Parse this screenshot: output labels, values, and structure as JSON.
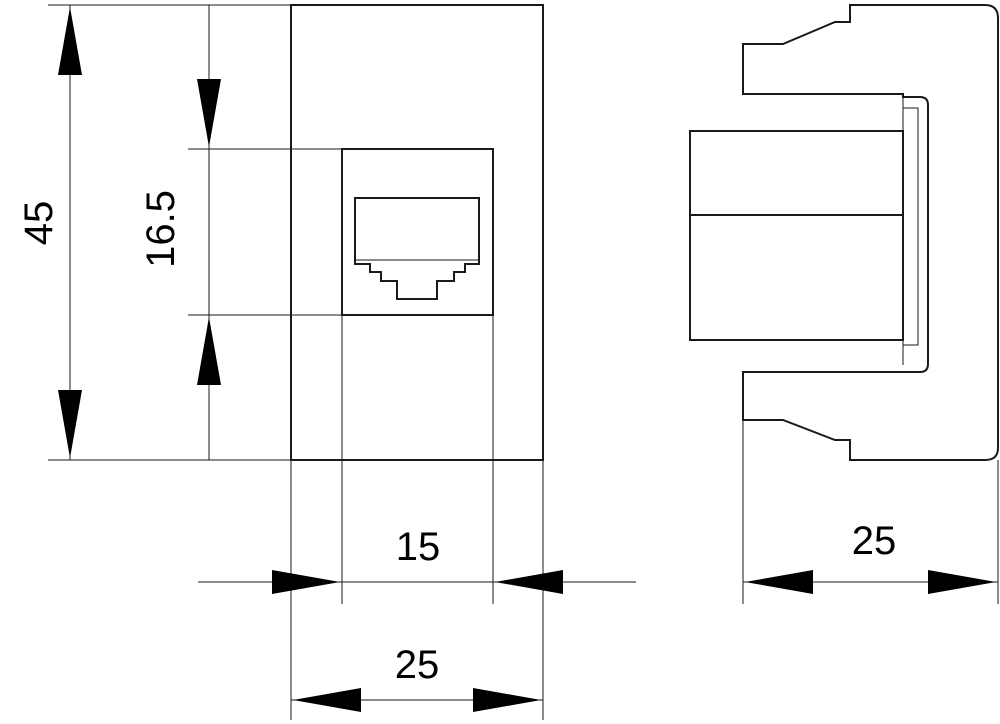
{
  "front_view": {
    "height_label": "45",
    "jack_height_label": "16.5",
    "jack_width_label": "15",
    "width_label": "25"
  },
  "side_view": {
    "width_label": "25"
  },
  "colors": {
    "line": "#1a1a1a",
    "arrow": "#000000",
    "background": "#ffffff"
  }
}
